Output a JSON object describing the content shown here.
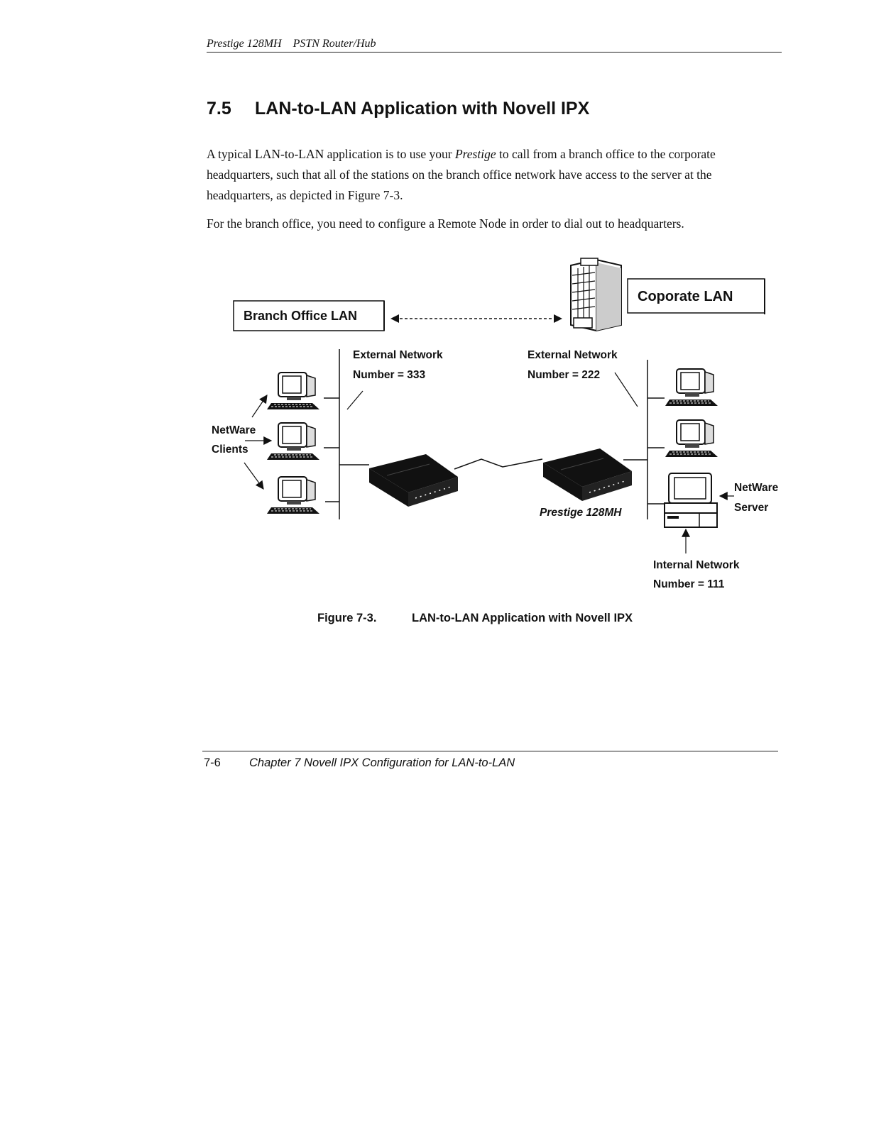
{
  "running_header": {
    "product": "Prestige 128MH",
    "subtitle": "PSTN Router/Hub"
  },
  "section": {
    "number": "7.5",
    "title": "LAN-to-LAN Application with Novell IPX"
  },
  "paragraphs": {
    "p1_before": "A typical LAN-to-LAN application is to use your ",
    "p1_italic": "Prestige",
    "p1_after": " to call from a branch office to the corporate headquarters, such that all of the stations on the branch office network have access to the server at the headquarters, as depicted in Figure 7-3.",
    "p2": "For the branch office, you need to configure a Remote Node in order to dial out to headquarters."
  },
  "figure": {
    "branch_label": "Branch Office LAN",
    "corporate_label": "Coporate LAN",
    "ext_left_line1": "External Network",
    "ext_left_line2": "Number = 333",
    "ext_right_line1": "External Network",
    "ext_right_line2": "Number = 222",
    "clients_line1": "NetWare",
    "clients_line2": "Clients",
    "server_line1": "NetWare",
    "server_line2": "Server",
    "router_label": "Prestige 128MH",
    "internal_line1": "Internal Network",
    "internal_line2": "Number = 111"
  },
  "caption": {
    "number": "Figure 7-3.",
    "title": "LAN-to-LAN Application with Novell IPX"
  },
  "footer": {
    "page": "7-6",
    "chapter": "Chapter 7 Novell IPX Configuration for LAN-to-LAN"
  }
}
